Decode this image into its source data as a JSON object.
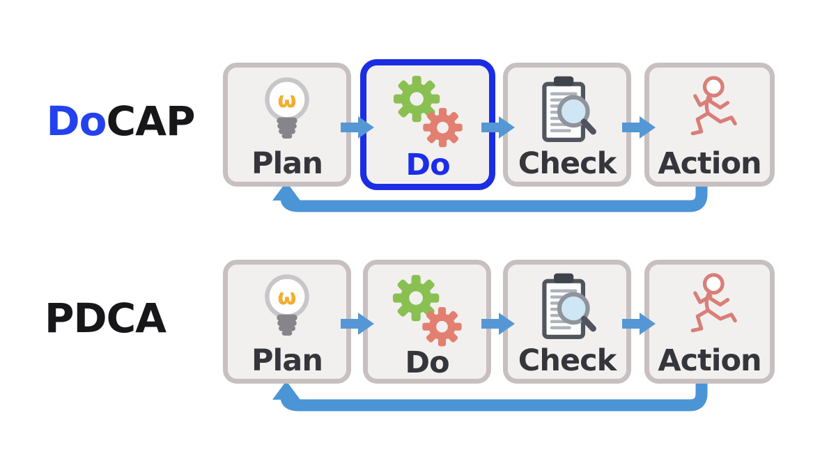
{
  "rows": [
    {
      "id": "docap",
      "title_parts": [
        {
          "text": "Do",
          "color": "#2441ee"
        },
        {
          "text": "CAP",
          "color": "#17171a"
        }
      ],
      "steps": [
        {
          "label": "Plan",
          "icon": "lightbulb-icon",
          "highlighted": false
        },
        {
          "label": "Do",
          "icon": "gears-icon",
          "highlighted": true
        },
        {
          "label": "Check",
          "icon": "clipboard-magnifier-icon",
          "highlighted": false
        },
        {
          "label": "Action",
          "icon": "runner-icon",
          "highlighted": false
        }
      ]
    },
    {
      "id": "pdca",
      "title_parts": [
        {
          "text": "PDCA",
          "color": "#17171a"
        }
      ],
      "steps": [
        {
          "label": "Plan",
          "icon": "lightbulb-icon",
          "highlighted": false
        },
        {
          "label": "Do",
          "icon": "gears-icon",
          "highlighted": false
        },
        {
          "label": "Check",
          "icon": "clipboard-magnifier-icon",
          "highlighted": false
        },
        {
          "label": "Action",
          "icon": "runner-icon",
          "highlighted": false
        }
      ]
    }
  ],
  "connectors": {
    "between_steps": "right-block-arrow",
    "feedback": "return-arrow-action-to-plan"
  },
  "colors": {
    "background": "#ffffff",
    "box_fill": "#f2f0ee",
    "box_border": "#c8bfc0",
    "highlight_border": "#1b2de4",
    "highlight_text": "#1b2de9",
    "label_text": "#35363b",
    "title_black": "#17171a",
    "title_blue": "#2441ee",
    "arrow_blue": "#5597d5",
    "feedback_blue": "#4b94d6",
    "gear_green": "#8abf52",
    "gear_red": "#e27f70",
    "bulb_yellow": "#f2ae2e",
    "bulb_base_gray": "#85858b",
    "clipboard_dark": "#51555e",
    "magnifier_lens": "#cfe7f5",
    "runner_red": "#d97e78"
  }
}
